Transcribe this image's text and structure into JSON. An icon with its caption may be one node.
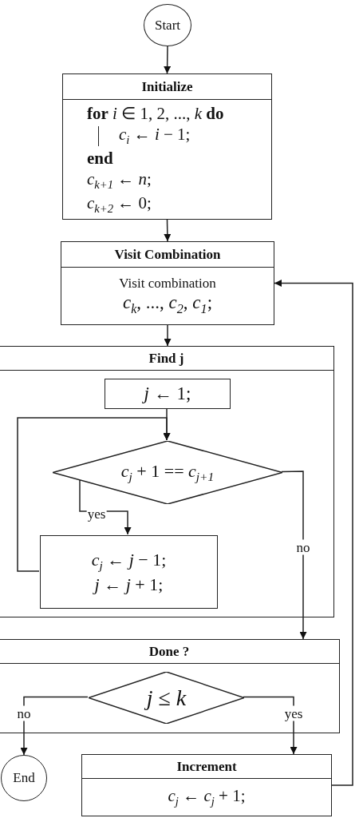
{
  "diagram": {
    "nodes": [
      {
        "text": [
          "Start"
        ]
      },
      {
        "text": [
          "Initialize",
          "**for** *i* ∈ 1, 2, ..., *k* **do**",
          "*c*$_{i}$ ← *i* − 1;",
          "end",
          "*c*$_{k+1}$ ← *n*;",
          "*c*$_{k+2}$ ← 0;"
        ]
      },
      {
        "text": [
          "Visit Combination",
          "Visit combination",
          "*c*$_{k}$, ..., *c*$_{2}$, *c*$_{1}$;"
        ]
      },
      {
        "text": [
          "Find j"
        ]
      },
      {
        "text": [
          "*j* ← 1;"
        ],
        "in": 3
      },
      {
        "text": [
          "*c*$_{j}$ + 1 == *c*$_{j+1}$"
        ],
        "in": 3
      },
      {
        "text": [
          "*c*$_{j}$ ← *j* − 1;",
          "*j* ← *j* + 1;"
        ],
        "in": 3
      },
      {
        "text": [
          "Done ?"
        ]
      },
      {
        "text": [
          "*j* ≤ *k*"
        ],
        "in": 7
      },
      {
        "text": [
          "End"
        ]
      },
      {
        "text": [
          "Increment",
          "*c*$_{j}$ ← *c*$_{j}$ + 1;"
        ]
      }
    ],
    "edges": [
      {
        "from": 0,
        "to": 1,
        "arrow": "to"
      },
      {
        "from": 1,
        "to": 2,
        "arrow": "to"
      },
      {
        "from": 2,
        "to": 3,
        "arrow": "to"
      },
      {
        "from": 4,
        "to": 5,
        "arrow": "to"
      },
      {
        "from": 5,
        "to": 6,
        "arrow": "to",
        "label": "yes"
      },
      {
        "from": 6,
        "to": 5,
        "arrow": "to"
      },
      {
        "from": 5,
        "to": 7,
        "arrow": "to",
        "label": "no"
      },
      {
        "from": 8,
        "to": 9,
        "arrow": "to",
        "label": "no"
      },
      {
        "from": 8,
        "to": 10,
        "arrow": "to",
        "label": "yes"
      },
      {
        "from": 10,
        "to": 2,
        "arrow": "to"
      }
    ]
  }
}
